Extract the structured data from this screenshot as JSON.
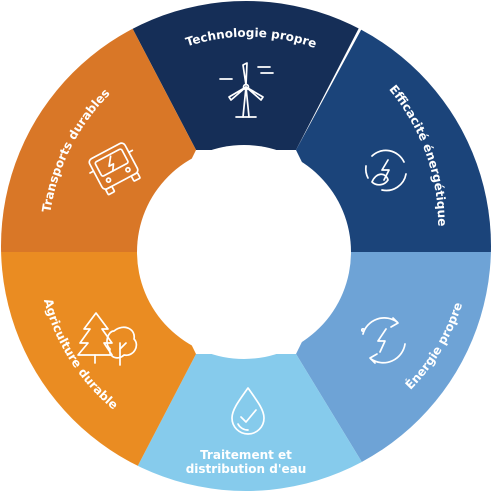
{
  "colors": {
    "technologie": "#152e57",
    "efficacite": "#1b447a",
    "energie": "#6ea3d6",
    "eau": "#86cbec",
    "agriculture": "#ea8c22",
    "transports": "#d97727",
    "center": "#ffffff",
    "text": "#ffffff"
  },
  "segments": {
    "technologie": {
      "label": "Technologie propre",
      "icon": "wind-turbine-icon"
    },
    "efficacite": {
      "label": "Efficacité énergétique",
      "icon": "lightning-leaf-icon"
    },
    "energie": {
      "label": "Énergie propre",
      "icon": "renewable-lightning-icon"
    },
    "eau": {
      "label_line1": "Traitement et",
      "label_line2": "distribution d'eau",
      "icon": "water-drop-check-icon"
    },
    "agriculture": {
      "label": "Agriculture durable",
      "icon": "trees-icon"
    },
    "transports": {
      "label": "Transports durables",
      "icon": "electric-bus-icon"
    }
  }
}
